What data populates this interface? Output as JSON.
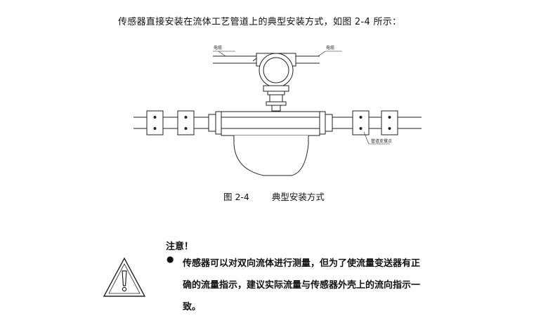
{
  "intro": "传感器直接安装在流体工艺管道上的典型安装方式，如图 2-4 所示：",
  "figure": {
    "label_left_cable": "电缆",
    "label_right_cable": "电缆",
    "label_support": "管道支撑点",
    "caption_number": "图 2-4",
    "caption_text": "典型安装方式"
  },
  "note": {
    "title": "注意！",
    "bullet": "●",
    "lines": [
      "传感器可以对双向流体进行测量，但为了使流量变送器有正",
      "确的流量指示，建议实际流量与传感器外壳上的流向指示一",
      "致。"
    ]
  }
}
